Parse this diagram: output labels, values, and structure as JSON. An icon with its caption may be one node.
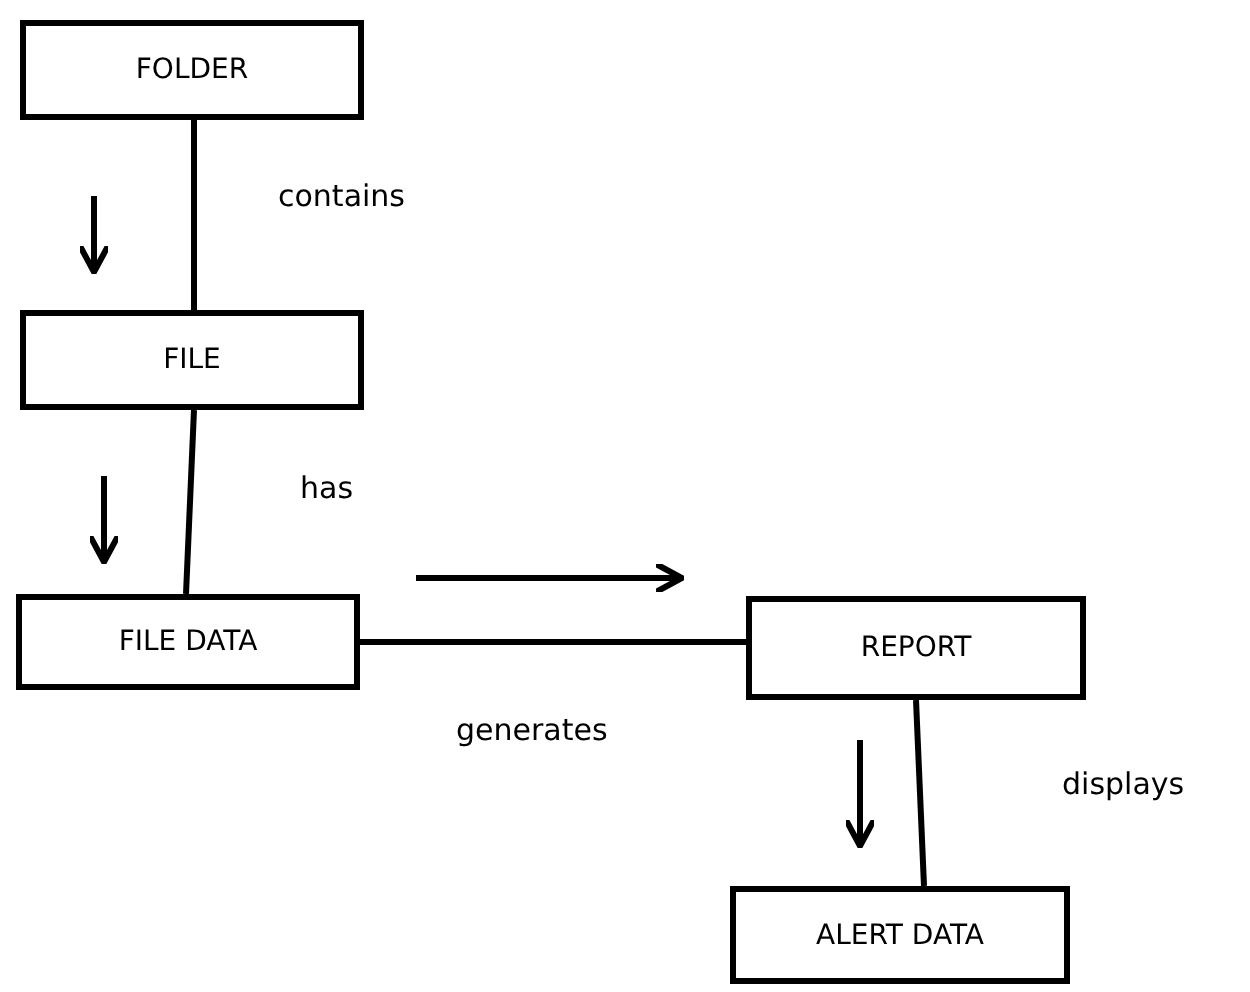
{
  "diagram": {
    "nodes": [
      {
        "text": [
          "FOLDER"
        ]
      },
      {
        "text": [
          "FILE"
        ]
      },
      {
        "text": [
          "FILE DATA"
        ]
      },
      {
        "text": [
          "REPORT"
        ]
      },
      {
        "text": [
          "ALERT DATA"
        ]
      }
    ],
    "edges": [
      {
        "from": 0,
        "to": 1,
        "arrow": "none",
        "label": "contains"
      },
      {
        "from": 1,
        "to": 2,
        "arrow": "none",
        "label": "has"
      },
      {
        "from": 2,
        "to": 3,
        "arrow": "none",
        "label": "generates"
      },
      {
        "from": 3,
        "to": 4,
        "arrow": "none",
        "label": "displays"
      }
    ]
  }
}
